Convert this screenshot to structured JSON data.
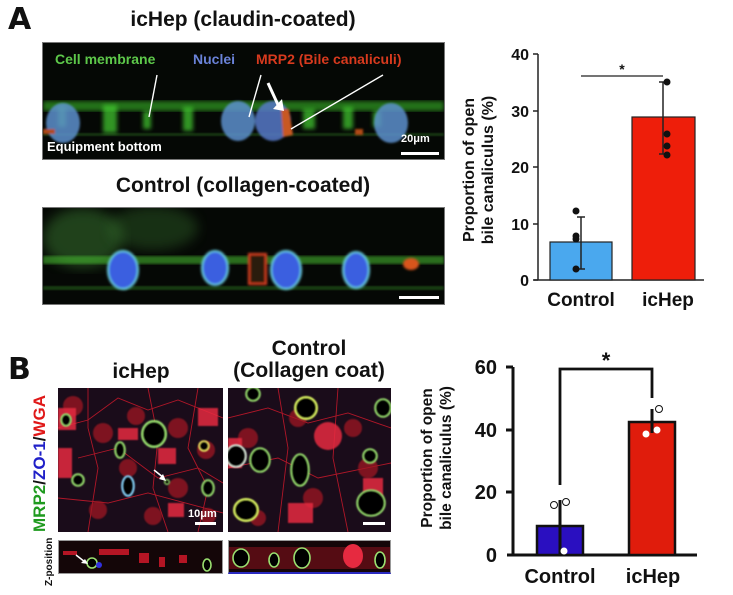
{
  "panel_a": {
    "letter": "A",
    "top_title": "icHep (claudin-coated)",
    "bottom_title": "Control (collagen-coated)",
    "labels": {
      "cell_membrane": "Cell membrane",
      "nuclei": "Nuclei",
      "mrp2": "MRP2 (Bile canaliculi)",
      "equipment_bottom": "Equipment bottom",
      "scale_bar": "20μm"
    },
    "label_colors": {
      "cell_membrane": "#5dc84a",
      "nuclei": "#6a82d8",
      "mrp2": "#d83a1e"
    }
  },
  "panel_b": {
    "letter": "B",
    "col1_title": "icHep",
    "col2_title_line1": "Control",
    "col2_title_line2": "(Collagen coat)",
    "side_label_parts": [
      "MRP2",
      "/",
      "ZO-1",
      "/",
      "WGA"
    ],
    "side_label_colors": [
      "#1f9a1f",
      "#111111",
      "#2020c8",
      "#111111",
      "#e01818"
    ],
    "z_label": "Z-position",
    "scale_bar": "10μm"
  },
  "chart_data": [
    {
      "type": "bar",
      "title": "",
      "panel": "A",
      "categories": [
        "Control",
        "icHep"
      ],
      "values": [
        6.7,
        28.9
      ],
      "error_upper": [
        11.2,
        35.0
      ],
      "error_lower": [
        2.0,
        22.3
      ],
      "points": [
        [
          12.2,
          7.7,
          7.2,
          2.0
        ],
        [
          35.0,
          25.9,
          23.8,
          22.2
        ]
      ],
      "colors": [
        "#4aa8ee",
        "#ee1e0a"
      ],
      "xlabel": "",
      "ylabel": "Proportion of open bile canaliculus (%)",
      "ylim": [
        0,
        40
      ],
      "yticks": [
        0,
        10,
        20,
        30,
        40
      ],
      "significance": "*",
      "grid": false
    },
    {
      "type": "bar",
      "title": "",
      "panel": "B",
      "categories": [
        "Control",
        "icHep"
      ],
      "values": [
        9.3,
        42.3
      ],
      "error_upper": [
        17.5,
        46.5
      ],
      "points": [
        [
          16.0,
          17.0,
          1.5
        ],
        [
          46.7,
          39.3,
          40.5
        ]
      ],
      "colors": [
        "#2a0fc0",
        "#e01c0c"
      ],
      "xlabel": "",
      "ylabel": "Proportion of open bile canaliculus (%)",
      "ylim": [
        0,
        60
      ],
      "yticks": [
        0,
        20,
        40,
        60
      ],
      "significance": "*",
      "grid": false
    }
  ],
  "chart_text": {
    "a_ylabel_line1": "Proportion of open",
    "a_ylabel_line2": "bile canaliculus (%)",
    "a_ticks": [
      "0",
      "10",
      "20",
      "30",
      "40"
    ],
    "a_cat1": "Control",
    "a_cat2": "icHep",
    "a_sig": "*",
    "b_ylabel_line1": "Proportion of open",
    "b_ylabel_line2": "bile canaliculus (%)",
    "b_ticks": [
      "0",
      "20",
      "40",
      "60"
    ],
    "b_cat1": "Control",
    "b_cat2": "icHep",
    "b_sig": "*"
  }
}
